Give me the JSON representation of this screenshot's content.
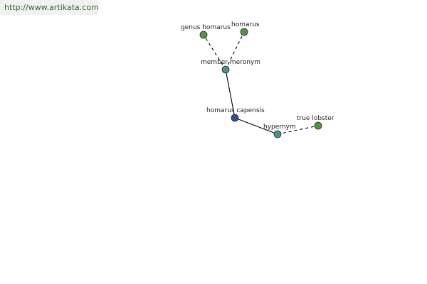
{
  "watermark": "http://www.artikata.com",
  "colors": {
    "root_node": "#3a4f8f",
    "relation_node": "#4f8f8f",
    "leaf_node": "#5a8f4a"
  },
  "nodes": {
    "homarus_capensis": "homarus capensis",
    "member_meronym": "member meronym",
    "genus_homarus": "genus homarus",
    "homarus": "homarus",
    "hypernym": "hypernym",
    "true_lobster": "true lobster"
  }
}
